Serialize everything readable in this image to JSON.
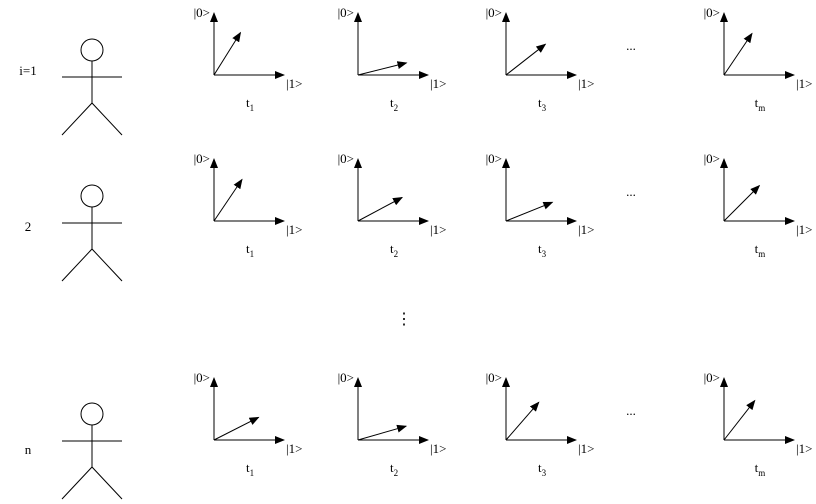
{
  "rows": [
    {
      "label": "i=1",
      "panels": [
        {
          "time_label": "t",
          "time_sub": "1",
          "ket0": "|0>",
          "ket1": "|1>",
          "angle_deg": 58
        },
        {
          "time_label": "t",
          "time_sub": "2",
          "ket0": "|0>",
          "ket1": "|1>",
          "angle_deg": 14
        },
        {
          "time_label": "t",
          "time_sub": "3",
          "ket0": "|0>",
          "ket1": "|1>",
          "angle_deg": 38
        },
        {
          "time_label": "t",
          "time_sub": "m",
          "ket0": "|0>",
          "ket1": "|1>",
          "angle_deg": 56
        }
      ]
    },
    {
      "label": "2",
      "panels": [
        {
          "time_label": "t",
          "time_sub": "1",
          "ket0": "|0>",
          "ket1": "|1>",
          "angle_deg": 56
        },
        {
          "time_label": "t",
          "time_sub": "2",
          "ket0": "|0>",
          "ket1": "|1>",
          "angle_deg": 28
        },
        {
          "time_label": "t",
          "time_sub": "3",
          "ket0": "|0>",
          "ket1": "|1>",
          "angle_deg": 22
        },
        {
          "time_label": "t",
          "time_sub": "m",
          "ket0": "|0>",
          "ket1": "|1>",
          "angle_deg": 45
        }
      ]
    },
    {
      "label": "n",
      "panels": [
        {
          "time_label": "t",
          "time_sub": "1",
          "ket0": "|0>",
          "ket1": "|1>",
          "angle_deg": 27
        },
        {
          "time_label": "t",
          "time_sub": "2",
          "ket0": "|0>",
          "ket1": "|1>",
          "angle_deg": 16
        },
        {
          "time_label": "t",
          "time_sub": "3",
          "ket0": "|0>",
          "ket1": "|1>",
          "angle_deg": 49
        },
        {
          "time_label": "t",
          "time_sub": "m",
          "ket0": "|0>",
          "ket1": "|1>",
          "angle_deg": 52
        }
      ]
    }
  ],
  "ellipsis_horizontal": "...",
  "ellipsis_vertical": "⋮"
}
